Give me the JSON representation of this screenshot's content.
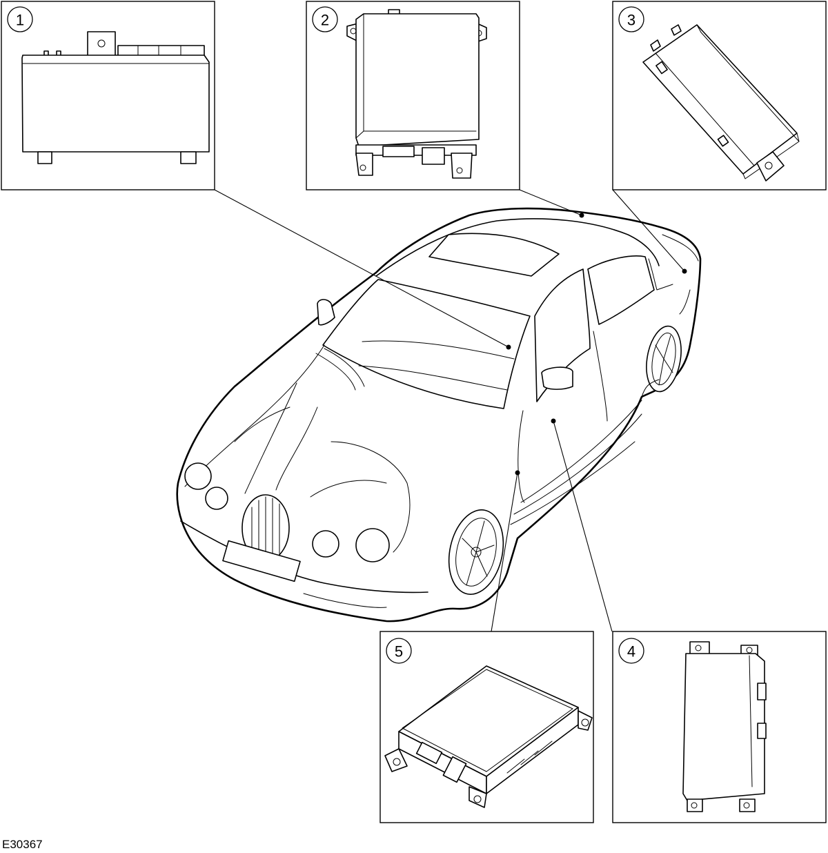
{
  "figure_id": "E30367",
  "callouts": {
    "c1": "1",
    "c2": "2",
    "c3": "3",
    "c4": "4",
    "c5": "5"
  }
}
